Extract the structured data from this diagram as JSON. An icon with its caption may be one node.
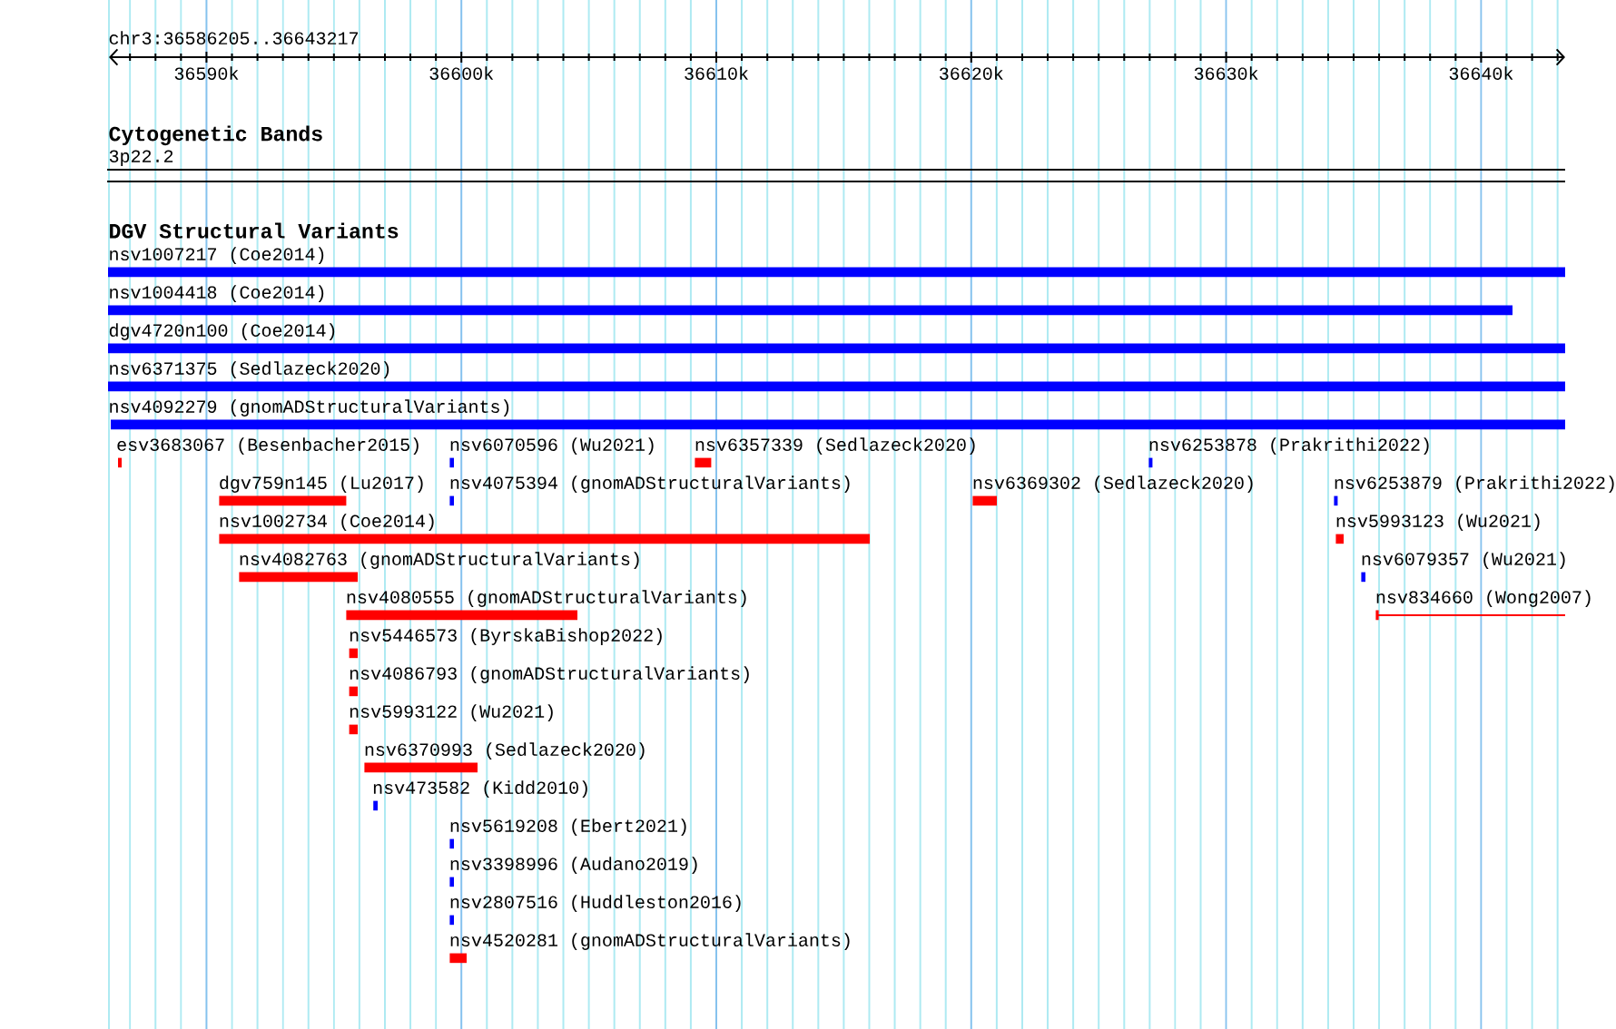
{
  "diagram": {
    "nodes": [
      {
        "text": [
          "3p22.2"
        ]
      },
      {
        "text": [
          "nsv1007217 (Coe2014)"
        ]
      },
      {
        "text": [
          "nsv1004418 (Coe2014)"
        ]
      },
      {
        "text": [
          "dgv4720n100 (Coe2014)"
        ]
      },
      {
        "text": [
          "nsv6371375 (Sedlazeck2020)"
        ]
      },
      {
        "text": [
          "nsv4092279 (gnomADStructuralVariants)"
        ]
      },
      {
        "text": [
          "esv3683067 (Besenbacher2015)"
        ]
      },
      {
        "text": [
          "nsv6070596 (Wu2021)"
        ]
      },
      {
        "text": [
          "nsv6357339 (Sedlazeck2020)"
        ]
      },
      {
        "text": [
          "nsv6253878 (Prakrithi2022)"
        ]
      },
      {
        "text": [
          "dgv759n145 (Lu2017)"
        ]
      },
      {
        "text": [
          "nsv4075394 (gnomADStructuralVariants)"
        ]
      },
      {
        "text": [
          "nsv6369302 (Sedlazeck2020)"
        ]
      },
      {
        "text": [
          "nsv6253879 (Prakrithi2022)"
        ]
      },
      {
        "text": [
          "nsv1002734 (Coe2014)"
        ]
      },
      {
        "text": [
          "nsv5993123 (Wu2021)"
        ]
      },
      {
        "text": [
          "nsv4082763 (gnomADStructuralVariants)"
        ]
      },
      {
        "text": [
          "nsv6079357 (Wu2021)"
        ]
      },
      {
        "text": [
          "nsv4080555 (gnomADStructuralVariants)"
        ]
      },
      {
        "text": [
          "nsv834660 (Wong2007)"
        ]
      },
      {
        "text": [
          "nsv5446573 (ByrskaBishop2022)"
        ]
      },
      {
        "text": [
          "nsv4086793 (gnomADStructuralVariants)"
        ]
      },
      {
        "text": [
          "nsv5993122 (Wu2021)"
        ]
      },
      {
        "text": [
          "nsv6370993 (Sedlazeck2020)"
        ]
      },
      {
        "text": [
          "nsv473582 (Kidd2010)"
        ]
      },
      {
        "text": [
          "nsv5619208 (Ebert2021)"
        ]
      },
      {
        "text": [
          "nsv3398996 (Audano2019)"
        ]
      },
      {
        "text": [
          "nsv2807516 (Huddleston2016)"
        ]
      },
      {
        "text": [
          "nsv4520281 (gnomADStructuralVariants)"
        ]
      }
    ],
    "labels": [
      "chr3:36586205..36643217",
      "36590k",
      "36600k",
      "36610k",
      "36620k",
      "36630k",
      "36640k",
      "Cytogenetic Bands",
      "DGV Structural Variants"
    ]
  }
}
